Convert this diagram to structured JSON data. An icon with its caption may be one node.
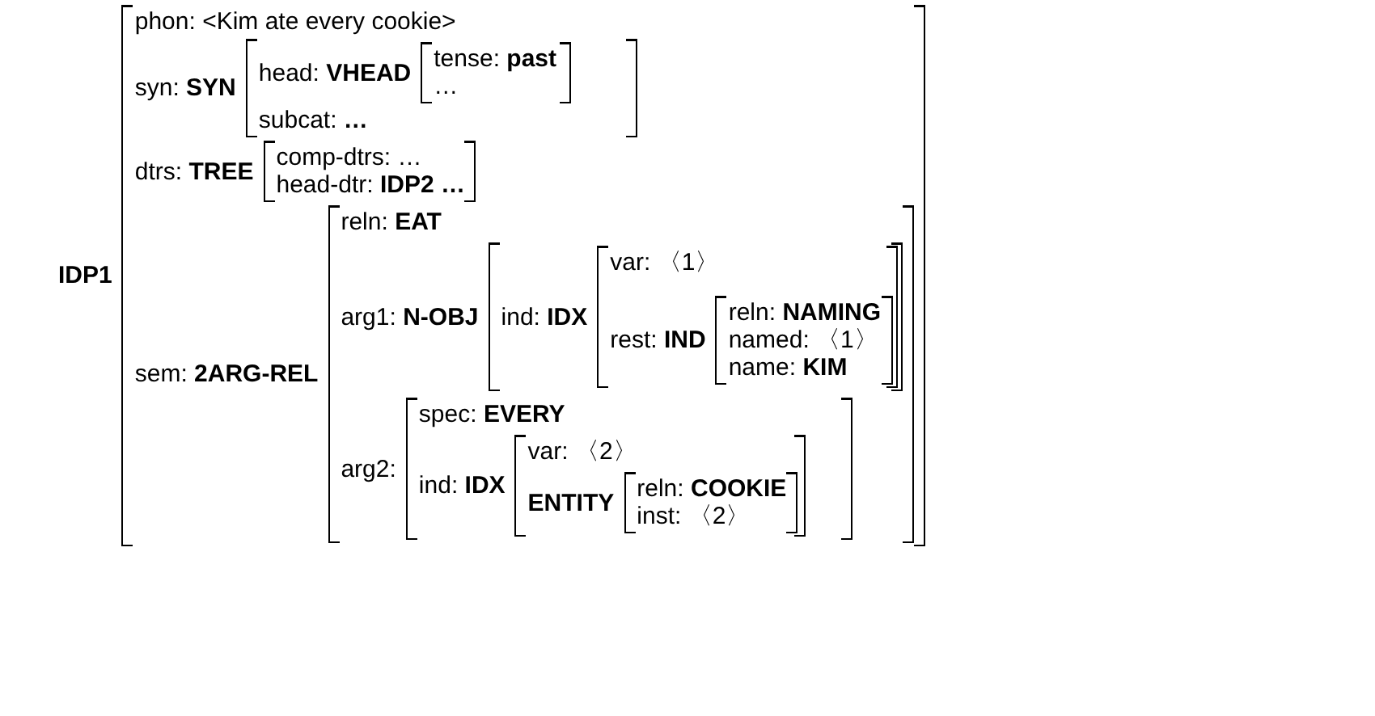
{
  "diagram": {
    "nodes": [
      {
        "text": [
          "IDP1",
          "phon: <Kim ate every cookie>"
        ]
      },
      {
        "text": [
          "syn: SYN",
          "subcat: **…**"
        ],
        "in": 0
      },
      {
        "text": [
          "head: VHEAD",
          "tense: **past**",
          "…"
        ],
        "in": 1
      },
      {
        "text": [
          "dtrs: TREE",
          "comp-dtrs: …",
          "head-dtr: **IDP2 …**"
        ],
        "in": 0
      },
      {
        "text": [
          "sem: 2ARG-REL",
          "reln: **EAT**"
        ],
        "in": 0
      },
      {
        "text": [
          "arg1: N-OBJ"
        ],
        "in": 4
      },
      {
        "text": [
          "ind: IDX",
          "var: 〈1〉"
        ],
        "in": 5
      },
      {
        "text": [
          "rest: IND",
          "reln: **NAMING**",
          "named: 〈1〉",
          "name: **KIM**"
        ],
        "in": 6
      },
      {
        "text": [
          "arg2:",
          "spec: **EVERY**"
        ],
        "in": 4
      },
      {
        "text": [
          "ind: IDX",
          "var: 〈2〉"
        ],
        "in": 8
      },
      {
        "text": [
          "ENTITY",
          "reln: **COOKIE**",
          "inst: 〈2〉"
        ],
        "in": 9
      }
    ]
  }
}
